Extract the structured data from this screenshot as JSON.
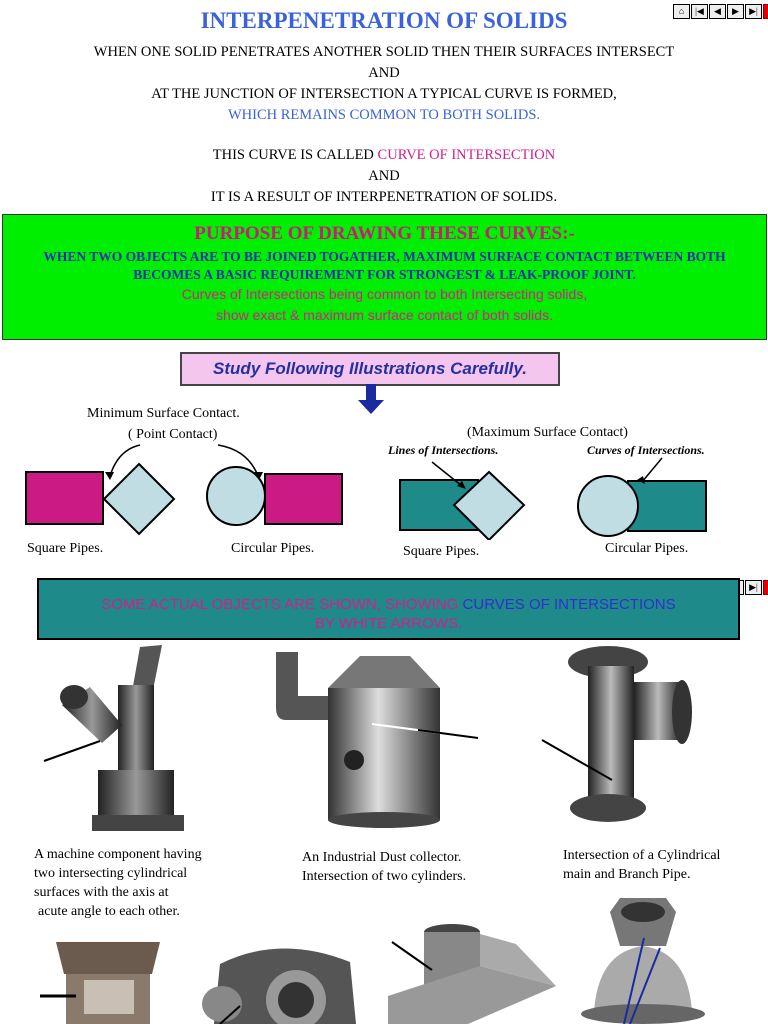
{
  "header": {
    "title": "INTERPENETRATION OF SOLIDS",
    "line1": "WHEN ONE SOLID PENETRATES ANOTHER SOLID THEN THEIR SURFACES INTERSECT",
    "line2": "AND",
    "line3": "AT THE JUNCTION OF INTERSECTION A TYPICAL CURVE IS FORMED,",
    "line4": "WHICH REMAINS COMMON TO BOTH SOLIDS.",
    "line5a": "THIS CURVE IS CALLED ",
    "line5b": "CURVE OF INTERSECTION",
    "line6": "AND",
    "line7": "IT IS A RESULT OF INTERPENETRATION OF SOLIDS."
  },
  "purpose": {
    "title": "PURPOSE OF DRAWING THESE CURVES:-",
    "line1": "WHEN TWO OBJECTS ARE TO BE JOINED TOGATHER, MAXIMUM SURFACE CONTACT BETWEEN BOTH",
    "line2": "BECOMES A BASIC REQUIREMENT FOR STRONGEST & LEAK-PROOF JOINT.",
    "line3": "Curves of Intersections being common to both Intersecting solids,",
    "line4": "show exact & maximum surface contact of both solids."
  },
  "study": {
    "label": "Study Following Illustrations Carefully."
  },
  "illustrations": {
    "min_title": "Minimum Surface Contact.",
    "min_sub": "( Point Contact)",
    "max_title": "(Maximum Surface Contact)",
    "lines_label": "Lines of Intersections.",
    "curves_label": "Curves of Intersections.",
    "square1": "Square Pipes.",
    "circular1": "Circular Pipes.",
    "square2": "Square Pipes.",
    "circular2": "Circular Pipes."
  },
  "actual": {
    "part1": "SOME ACTUAL OBJECTS ARE SHOWN, SHOWING ",
    "part2": "CURVES OF INTERSECTIONS",
    "part3": "BY WHITE ARROWS."
  },
  "captions": {
    "c1": [
      "A machine component having",
      "two intersecting cylindrical",
      "surfaces with the axis at",
      "acute angle to each other."
    ],
    "c2": [
      "An Industrial Dust collector.",
      "Intersection of two cylinders."
    ],
    "c3": [
      "Intersection of a Cylindrical",
      "main and Branch Pipe."
    ]
  },
  "nav": {
    "home_icon": "home-icon",
    "first_icon": "first-icon",
    "prev_icon": "prev-icon",
    "next_icon": "next-icon",
    "last_icon": "last-icon",
    "stop_icon": "stop-icon"
  },
  "colors": {
    "title_blue": "#3a63d8",
    "magenta": "#d0208c",
    "green_box": "#00ee00",
    "teal": "#1f8a8a",
    "pink_square": "#cc1a84",
    "light_blue": "#bfdde3"
  }
}
